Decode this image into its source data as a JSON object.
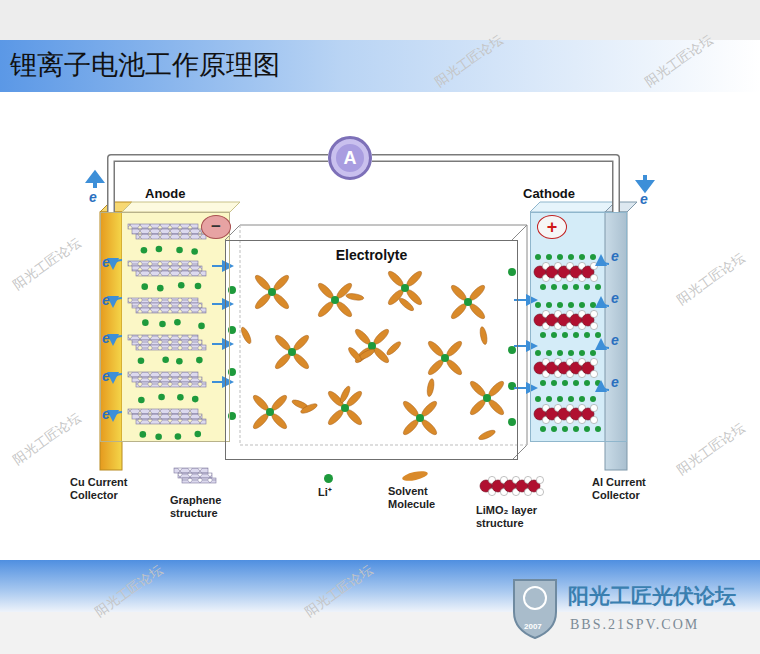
{
  "diagram": {
    "title": "锂离子电池工作原理图",
    "nodes": [
      {
        "text": [
          "A"
        ]
      },
      {
        "text": [
          "Anode"
        ]
      },
      {
        "text": [
          "−"
        ],
        "in": 1
      },
      {
        "text": [
          "Electrolyte"
        ]
      },
      {
        "text": [
          "Cathode"
        ]
      },
      {
        "text": [
          "+"
        ],
        "in": 4
      }
    ],
    "edges": [
      {
        "from": 0,
        "to": 1,
        "arrow": "none"
      },
      {
        "from": 0,
        "to": 4,
        "arrow": "none"
      }
    ],
    "labels": [
      "e",
      "e",
      "e",
      "e",
      "e",
      "e",
      "e",
      "e",
      "e",
      "e",
      "e",
      "Cu Current Collector",
      "Al Current Collector",
      "阳光工匠论坛",
      "阳光工匠论坛",
      "阳光工匠论坛",
      "阳光工匠论坛",
      "阳光工匠论坛",
      "阳光工匠论坛",
      "阳光工匠论坛",
      "阳光工匠论坛",
      "阳光工匠光伏论坛",
      "BBS.21SPV.COM",
      "2007"
    ],
    "legend": [
      {
        "text": "Graphene structure"
      },
      {
        "text": "Li⁺",
        "color": "#1e9a3c"
      },
      {
        "text": "Solvent Molecule",
        "color": "#d98a2a"
      },
      {
        "text": "LiMO₂ layer structure"
      }
    ]
  }
}
